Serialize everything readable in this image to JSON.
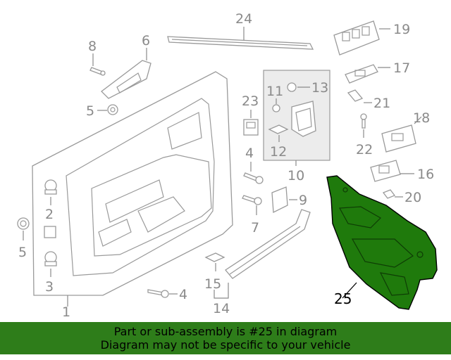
{
  "callouts": {
    "c1": "1",
    "c2": "2",
    "c3": "3",
    "c4a": "4",
    "c4b": "4",
    "c5a": "5",
    "c5b": "5",
    "c6": "6",
    "c7": "7",
    "c8": "8",
    "c9": "9",
    "c10": "10",
    "c11": "11",
    "c12": "12",
    "c13": "13",
    "c14": "14",
    "c15": "15",
    "c16": "16",
    "c17": "17",
    "c18": "18",
    "c19": "19",
    "c20": "20",
    "c21": "21",
    "c22": "22",
    "c23": "23",
    "c24": "24",
    "c25": "25"
  },
  "highlight": {
    "part_number": "25",
    "color": "#1f7a0c"
  },
  "banner": {
    "line1": "Part or sub-assembly is #25 in diagram",
    "line2": "Diagram may not be specific to your vehicle",
    "color": "#2e7d1a"
  }
}
